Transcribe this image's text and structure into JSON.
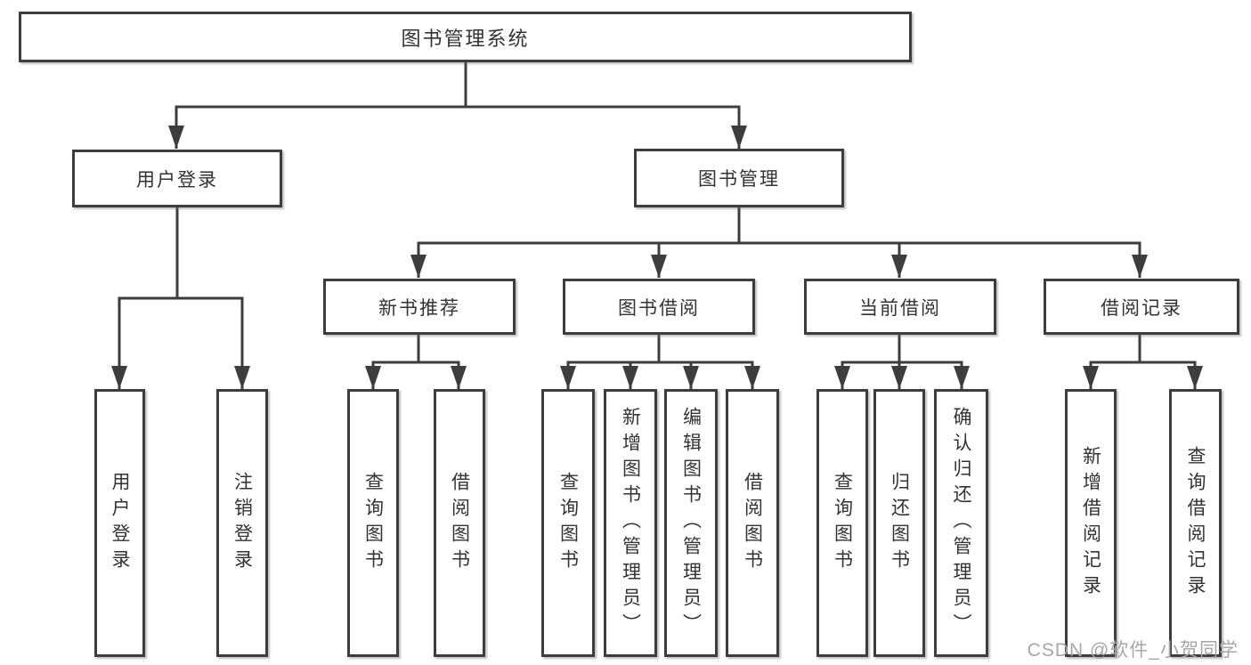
{
  "colors": {
    "line": "#3d3d3d",
    "border": "#3d3d3d",
    "text": "#333333",
    "watermark": "#a6a6a6",
    "background": "#ffffff"
  },
  "watermark": {
    "text": "CSDN @软件_小贺同学"
  },
  "tree": {
    "label": "图书管理系统",
    "children": [
      {
        "label": "用户登录",
        "children": [
          {
            "label": "用户登录"
          },
          {
            "label": "注销登录"
          }
        ]
      },
      {
        "label": "图书管理",
        "children": [
          {
            "label": "新书推荐",
            "children": [
              {
                "label": "查询图书"
              },
              {
                "label": "借阅图书"
              }
            ]
          },
          {
            "label": "图书借阅",
            "children": [
              {
                "label": "查询图书"
              },
              {
                "label": "新增图书（管理员）"
              },
              {
                "label": "编辑图书（管理员）"
              },
              {
                "label": "借阅图书"
              }
            ]
          },
          {
            "label": "当前借阅",
            "children": [
              {
                "label": "查询图书"
              },
              {
                "label": "归还图书"
              },
              {
                "label": "确认归还（管理员）"
              }
            ]
          },
          {
            "label": "借阅记录",
            "children": [
              {
                "label": "新增借阅记录"
              },
              {
                "label": "查询借阅记录"
              }
            ]
          }
        ]
      }
    ]
  }
}
